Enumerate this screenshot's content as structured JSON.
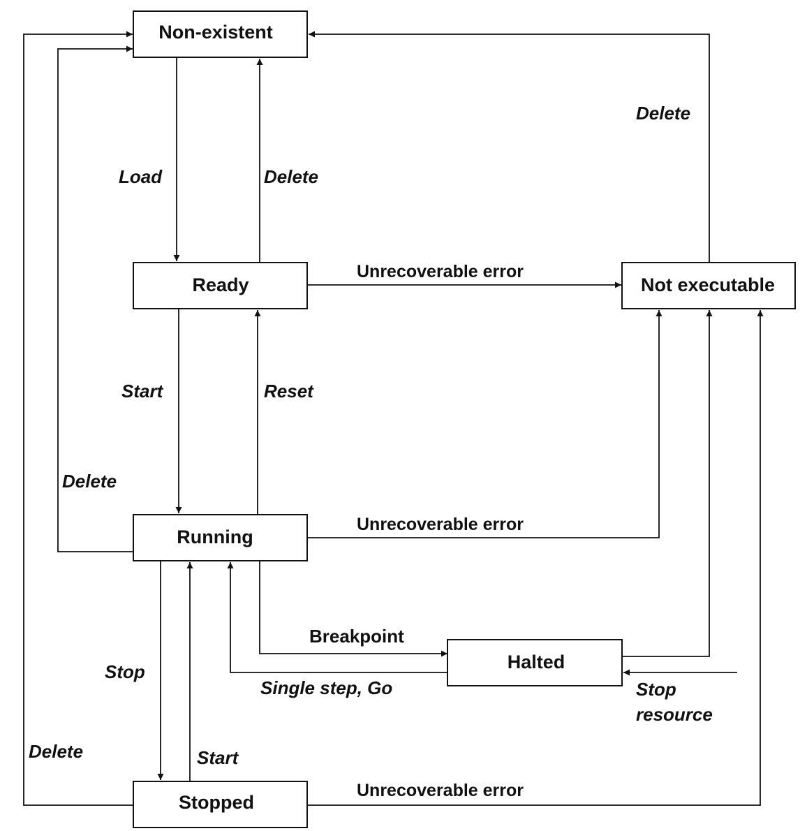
{
  "states": {
    "non_existent": "Non-existent",
    "ready": "Ready",
    "not_executable": "Not executable",
    "running": "Running",
    "halted": "Halted",
    "stopped": "Stopped"
  },
  "transitions": {
    "load": "Load",
    "delete_ready": "Delete",
    "delete_not_executable": "Delete",
    "unrecoverable_ready": "Unrecoverable error",
    "start_ready": "Start",
    "reset": "Reset",
    "delete_running": "Delete",
    "unrecoverable_running": "Unrecoverable error",
    "breakpoint": "Breakpoint",
    "single_step_go": "Single step, Go",
    "stop_resource_line1": "Stop",
    "stop_resource_line2": "resource",
    "stop": "Stop",
    "start_stopped": "Start",
    "delete_stopped": "Delete",
    "unrecoverable_stopped": "Unrecoverable error"
  },
  "colors": {
    "stroke": "#111111",
    "background": "#ffffff"
  }
}
